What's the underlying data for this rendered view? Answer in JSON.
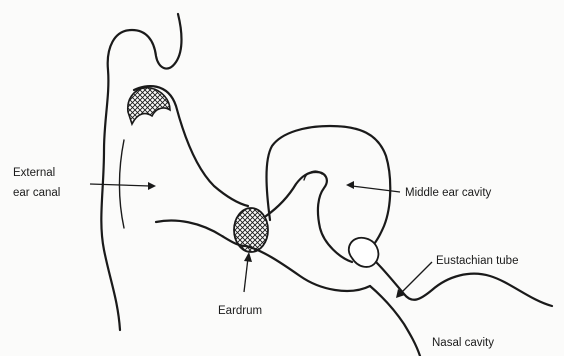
{
  "labels": {
    "external_ear_canal_line1": "External",
    "external_ear_canal_line2": "ear canal",
    "middle_ear_cavity": "Middle ear cavity",
    "eustachian_tube": "Eustachian tube",
    "eardrum": "Eardrum",
    "nasal_cavity": "Nasal cavity"
  }
}
